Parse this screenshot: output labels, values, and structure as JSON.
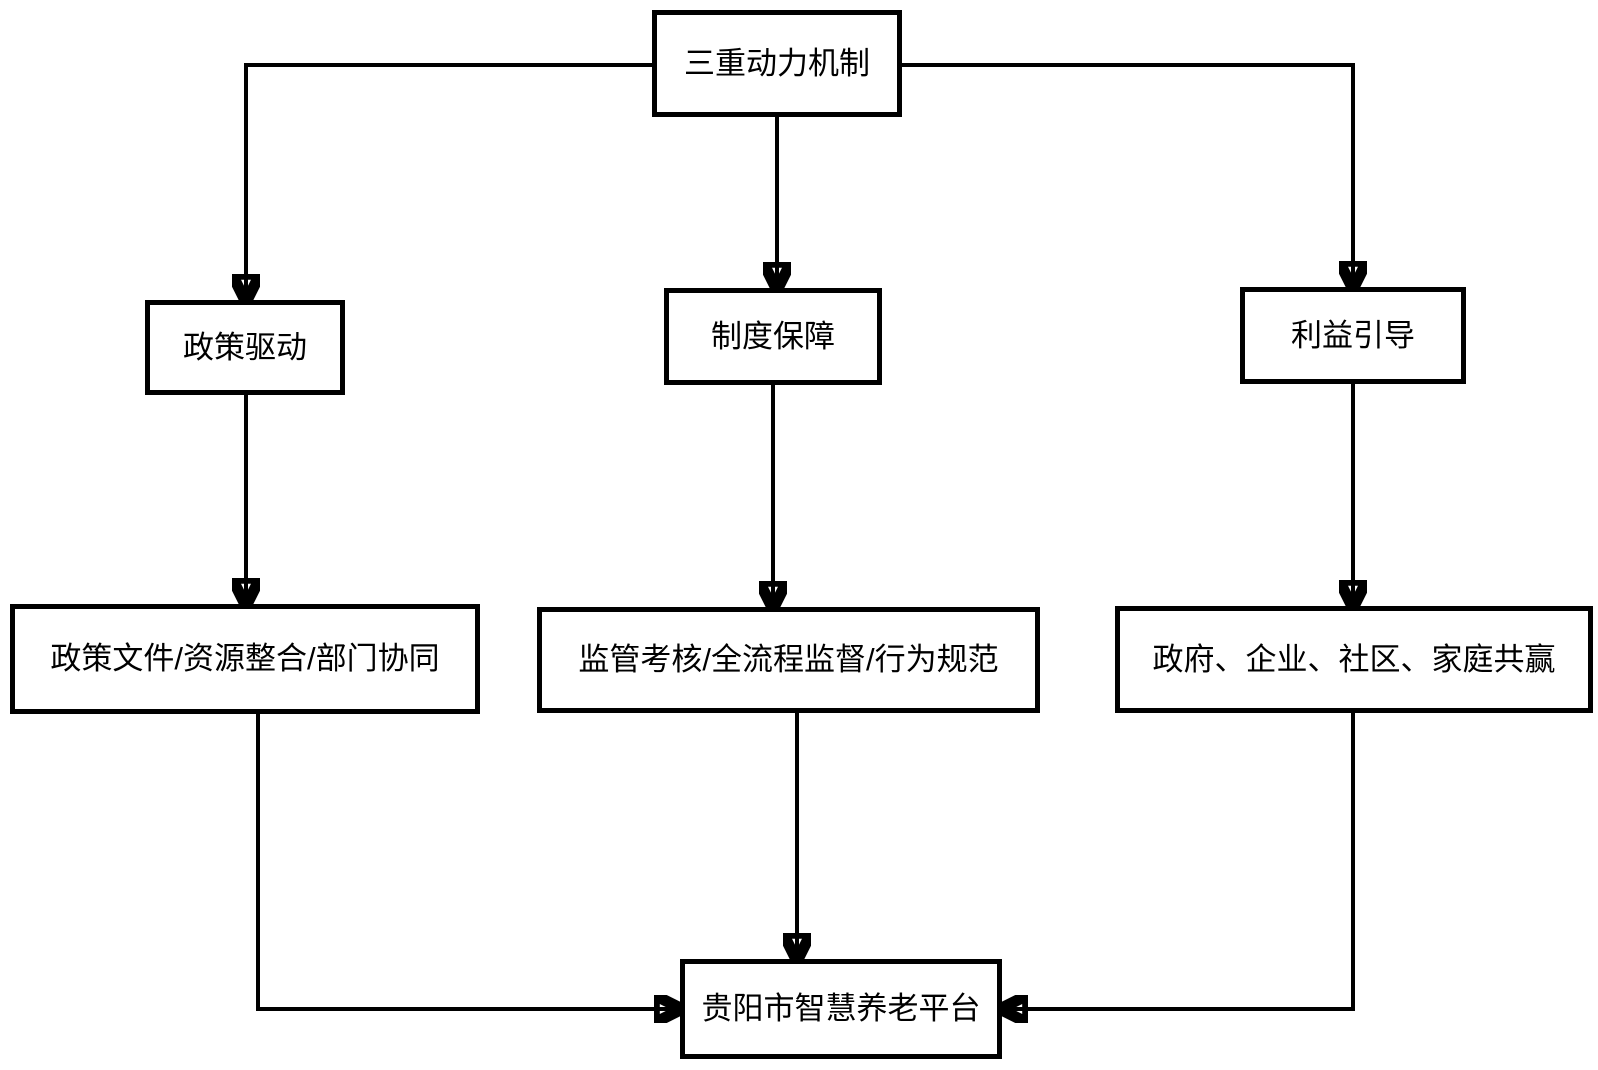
{
  "diagram": {
    "type": "flowchart",
    "colors": {
      "background": "#ffffff",
      "box_fill": "#ffffff",
      "box_border": "#000000",
      "line": "#000000",
      "text": "#000000"
    },
    "nodes": {
      "root": {
        "label": "三重动力机制"
      },
      "policy": {
        "label": "政策驱动"
      },
      "institution": {
        "label": "制度保障"
      },
      "interest": {
        "label": "利益引导"
      },
      "policy_detail": {
        "label": "政策文件/资源整合/部门协同"
      },
      "institution_detail": {
        "label": "监管考核/全流程监督/行为规范"
      },
      "interest_detail": {
        "label": "政府、企业、社区、家庭共赢"
      },
      "platform": {
        "label": "贵阳市智慧养老平台"
      }
    },
    "edges": [
      {
        "from": "root",
        "to": "policy"
      },
      {
        "from": "root",
        "to": "institution"
      },
      {
        "from": "root",
        "to": "interest"
      },
      {
        "from": "policy",
        "to": "policy_detail"
      },
      {
        "from": "institution",
        "to": "institution_detail"
      },
      {
        "from": "interest",
        "to": "interest_detail"
      },
      {
        "from": "policy_detail",
        "to": "platform"
      },
      {
        "from": "institution_detail",
        "to": "platform"
      },
      {
        "from": "interest_detail",
        "to": "platform"
      }
    ]
  }
}
